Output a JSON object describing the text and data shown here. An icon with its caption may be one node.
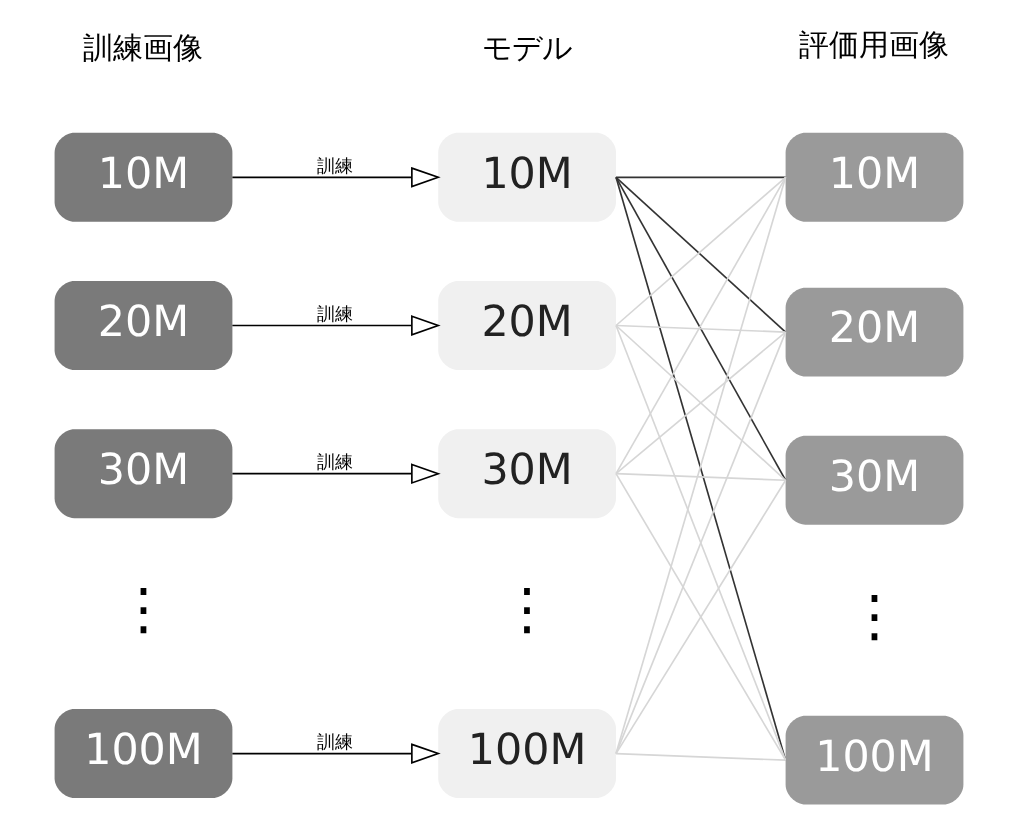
{
  "diagram": {
    "nodes": [
      {
        "text": [
          "10M"
        ]
      },
      {
        "text": [
          "20M"
        ]
      },
      {
        "text": [
          "30M"
        ]
      },
      {
        "text": [
          "100M"
        ]
      },
      {
        "text": [
          "10M"
        ]
      },
      {
        "text": [
          "20M"
        ]
      },
      {
        "text": [
          "30M"
        ]
      },
      {
        "text": [
          "100M"
        ]
      },
      {
        "text": [
          "10M"
        ]
      },
      {
        "text": [
          "20M"
        ]
      },
      {
        "text": [
          "30M"
        ]
      },
      {
        "text": [
          "100M"
        ]
      }
    ],
    "edges": [
      {
        "from": 0,
        "to": 4,
        "arrow": "to",
        "label": "訓練",
        "color": "#000000"
      },
      {
        "from": 1,
        "to": 5,
        "arrow": "to",
        "label": "訓練",
        "color": "#000000"
      },
      {
        "from": 2,
        "to": 6,
        "arrow": "to",
        "label": "訓練",
        "color": "#000000"
      },
      {
        "from": 3,
        "to": 7,
        "arrow": "to",
        "label": "訓練",
        "color": "#000000"
      },
      {
        "from": 4,
        "to": 8,
        "arrow": "none",
        "color": "#333333"
      },
      {
        "from": 4,
        "to": 9,
        "arrow": "none",
        "color": "#333333"
      },
      {
        "from": 4,
        "to": 10,
        "arrow": "none",
        "color": "#333333"
      },
      {
        "from": 4,
        "to": 11,
        "arrow": "none",
        "color": "#333333"
      },
      {
        "from": 5,
        "to": 8,
        "arrow": "none",
        "color": "#d6d6d6"
      },
      {
        "from": 5,
        "to": 9,
        "arrow": "none",
        "color": "#d6d6d6"
      },
      {
        "from": 5,
        "to": 10,
        "arrow": "none",
        "color": "#d6d6d6"
      },
      {
        "from": 5,
        "to": 11,
        "arrow": "none",
        "color": "#d6d6d6"
      },
      {
        "from": 6,
        "to": 8,
        "arrow": "none",
        "color": "#d6d6d6"
      },
      {
        "from": 6,
        "to": 9,
        "arrow": "none",
        "color": "#d6d6d6"
      },
      {
        "from": 6,
        "to": 10,
        "arrow": "none",
        "color": "#d6d6d6"
      },
      {
        "from": 6,
        "to": 11,
        "arrow": "none",
        "color": "#d6d6d6"
      },
      {
        "from": 7,
        "to": 8,
        "arrow": "none",
        "color": "#d6d6d6"
      },
      {
        "from": 7,
        "to": 9,
        "arrow": "none",
        "color": "#d6d6d6"
      },
      {
        "from": 7,
        "to": 10,
        "arrow": "none",
        "color": "#d6d6d6"
      },
      {
        "from": 7,
        "to": 11,
        "arrow": "none",
        "color": "#d6d6d6"
      }
    ],
    "labels": [
      "訓練画像",
      "モデル",
      "評価用画像",
      "⋮",
      "⋮",
      "⋮"
    ]
  }
}
